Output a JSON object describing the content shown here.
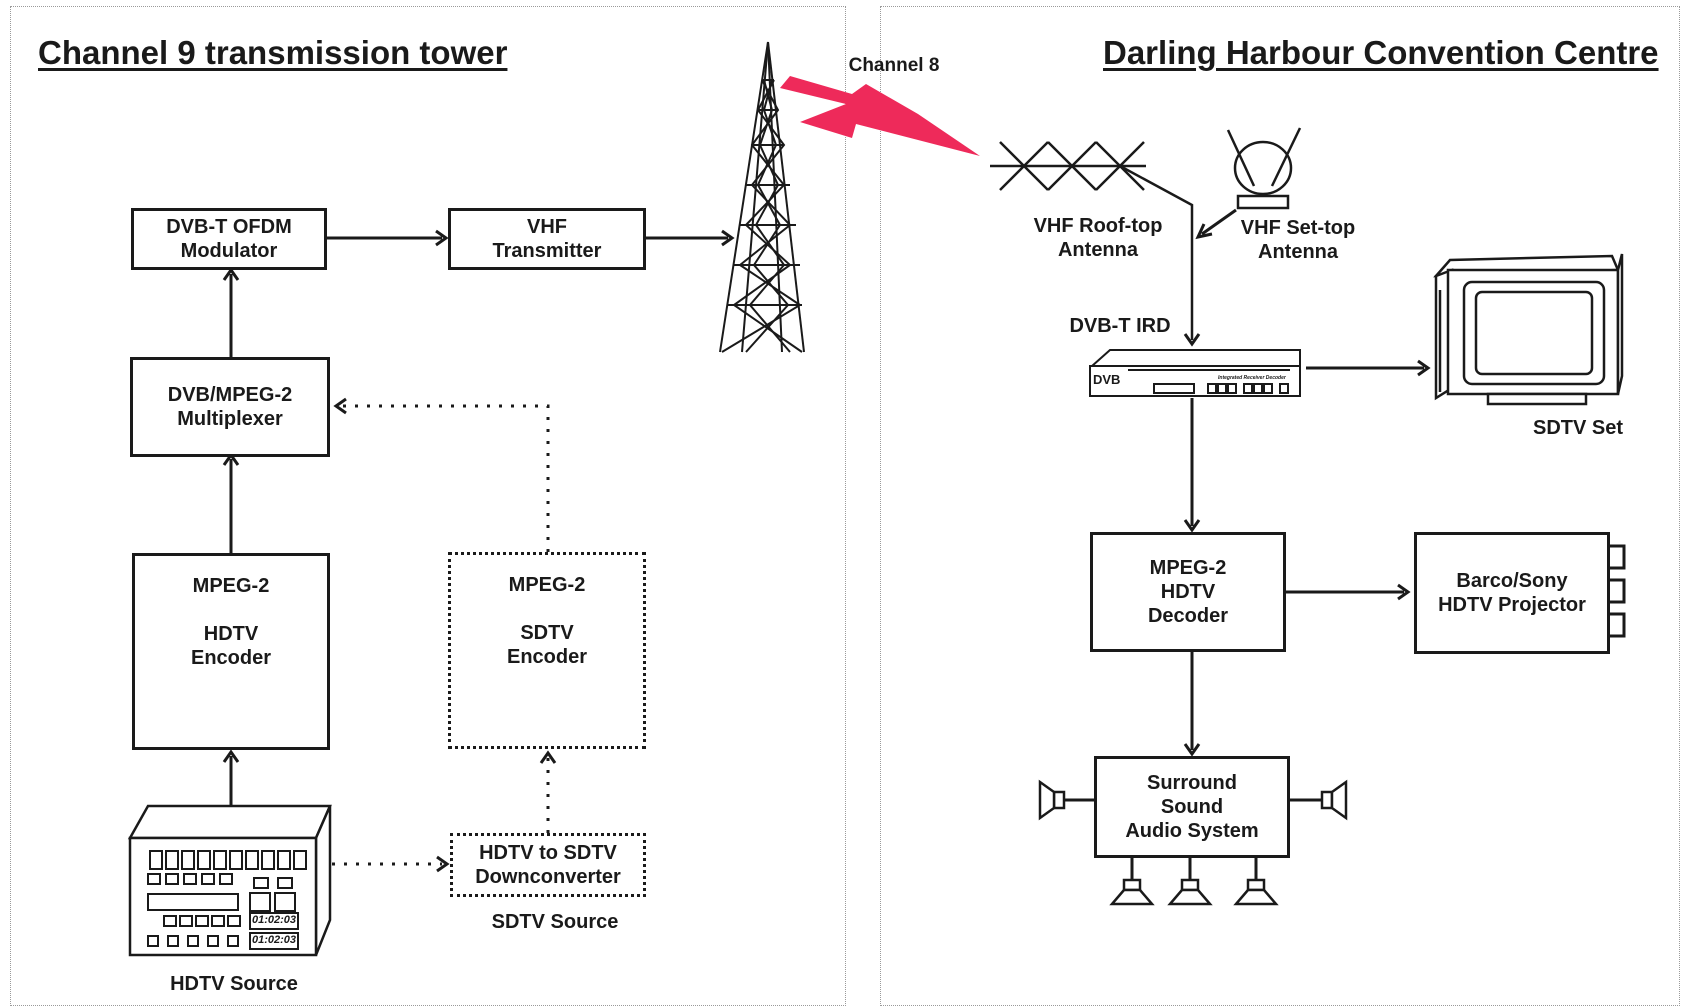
{
  "left_panel": {
    "title": "Channel 9 transmission tower",
    "modulator": "DVB-T OFDM\nModulator",
    "transmitter": "VHF\nTransmitter",
    "multiplexer": "DVB/MPEG-2\nMultiplexer",
    "hdtv_encoder": "MPEG-2\n\nHDTV\nEncoder",
    "sdtv_encoder": "MPEG-2\n\nSDTV\nEncoder",
    "downconverter": "HDTV to SDTV\nDownconverter",
    "sdtv_source_label": "SDTV Source",
    "hdtv_source_label": "HDTV  Source",
    "vtr_display_1": "01:02:03",
    "vtr_display_2": "01:02:03"
  },
  "link": {
    "channel_label": "Channel 8",
    "bolt_color": "#ee2a5a"
  },
  "right_panel": {
    "title": "Darling Harbour Convention Centre",
    "rooftop_antenna": "VHF Roof-top\nAntenna",
    "settop_antenna": "VHF Set-top\nAntenna",
    "ird_label": "DVB-T IRD",
    "ird_logo": "DVB",
    "ird_caption": "Integrated Receiver Decoder",
    "sdtv_set": "SDTV Set",
    "hdtv_decoder": "MPEG-2\nHDTV\nDecoder",
    "projector": "Barco/Sony\nHDTV Projector",
    "surround": "Surround\nSound\nAudio System"
  },
  "icons": [
    "transmission-tower-icon",
    "lightning-bolt-icon",
    "yagi-antenna-icon",
    "settop-antenna-icon",
    "ird-receiver-icon",
    "television-icon",
    "vtr-deck-icon",
    "speaker-icon"
  ]
}
